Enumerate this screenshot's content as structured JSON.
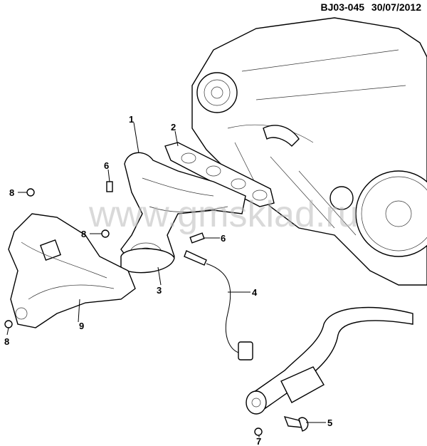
{
  "header": {
    "code": "BJ03-045",
    "date": "30/07/2012"
  },
  "watermark": "www.gmsklad.ru",
  "callouts": [
    {
      "id": "c1",
      "label": "1"
    },
    {
      "id": "c2",
      "label": "2"
    },
    {
      "id": "c6a",
      "label": "6"
    },
    {
      "id": "c8a",
      "label": "8"
    },
    {
      "id": "c8b",
      "label": "8"
    },
    {
      "id": "c6b",
      "label": "6"
    },
    {
      "id": "c3",
      "label": "3"
    },
    {
      "id": "c4",
      "label": "4"
    },
    {
      "id": "c9",
      "label": "9"
    },
    {
      "id": "c8c",
      "label": "8"
    },
    {
      "id": "c5",
      "label": "5"
    },
    {
      "id": "c7",
      "label": "7"
    }
  ]
}
